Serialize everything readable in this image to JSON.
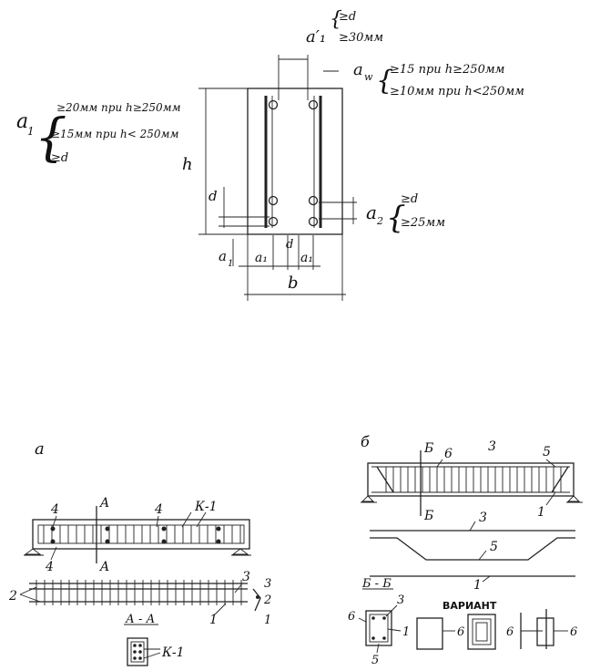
{
  "top": {
    "a1p_label": "a′₁",
    "a1p_c1": "≥d",
    "a1p_c2": "≥30мм",
    "aw_label": "a",
    "aw_sub": "w",
    "aw_c1": "≥15 при h≥250мм",
    "aw_c2": "≥10мм при h<250мм",
    "a1_label": "a",
    "a1_sub": "1",
    "a1_c1": "≥20мм при h≥250мм",
    "a1_c2": "≥15мм при h< 250мм",
    "a1_c3": "≥d",
    "h_label": "h",
    "d_label": "d",
    "a2_label": "a",
    "a2_sub": "2",
    "a2_c1": "≥d",
    "a2_c2": "≥25мм",
    "a1b_label": "a",
    "a1b_sub": "1",
    "a1l_label": "a₁",
    "dmid_label": "d",
    "a1r_label": "a₁",
    "b_label": "b"
  },
  "fig_a": {
    "title": "а",
    "sec_A_top": "A",
    "sec_A_bot": "A",
    "lbl_4a": "4",
    "lbl_4b": "4",
    "lbl_4c": "4",
    "lbl_k1": "К-1",
    "lbl_3": "3",
    "lbl_2": "2",
    "lbl_1": "1",
    "side_3": "3",
    "side_2": "2",
    "side_1": "1",
    "section_title": "А - А",
    "section_k1": "К-1"
  },
  "fig_b": {
    "title": "б",
    "sec_B_top": "Б",
    "sec_B_bot": "Б",
    "lbl_6": "6",
    "lbl_3": "3",
    "lbl_5": "5",
    "lbl_1": "1",
    "bar3": "3",
    "bar5": "5",
    "bar1": "1",
    "section_title": "Б - Б",
    "s_6": "6",
    "s_3": "3",
    "s_1": "1",
    "s_5": "5",
    "variant": "ВАРИАНТ",
    "v_6a": "6",
    "v_6b": "6",
    "v_6c": "6"
  }
}
